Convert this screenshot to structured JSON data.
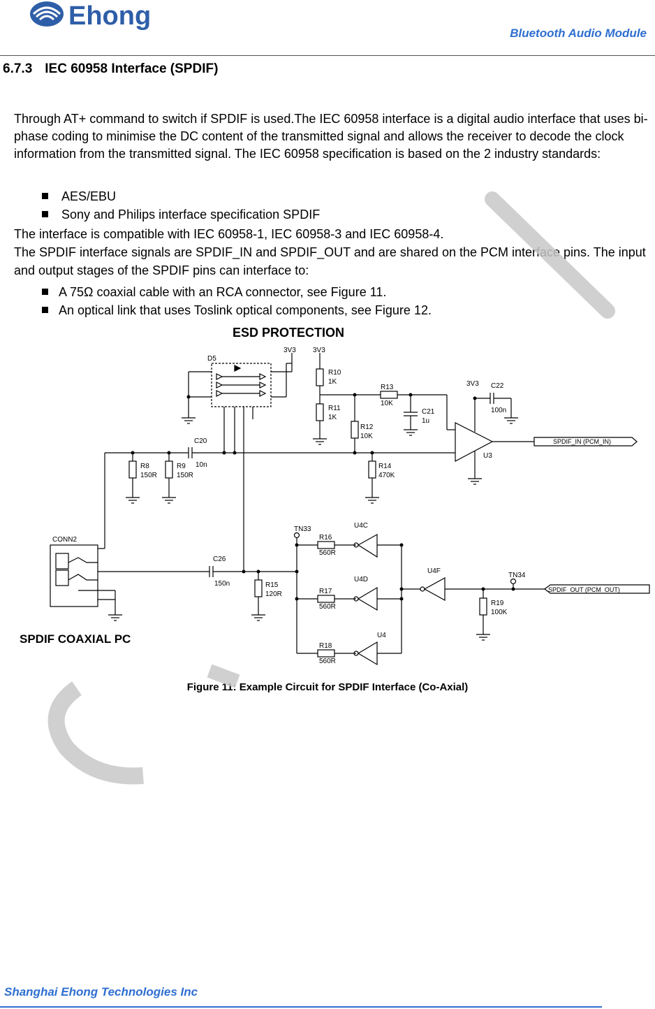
{
  "header": {
    "logo_text": "Ehong",
    "title": "Bluetooth Audio Module"
  },
  "section": {
    "number": "6.7.3",
    "title": "IEC 60958 Interface (SPDIF)"
  },
  "paragraph1": "Through AT+ command  to switch if SPDIF is  used.The IEC 60958 interface is a digital  audio interface that uses bi-phase  coding to minimise the DC content  of the transmitted signal and allows the receiver to decode the clock information from the transmitted signal. The IEC 60958 specification is based on  the 2 industry standards:",
  "bullets1": [
    "AES/EBU",
    "Sony and Philips interface  specification SPDIF"
  ],
  "paragraph2_line1": "The interface is compatible  with IEC 60958-1, IEC 60958-3 and IEC  60958-4.",
  "paragraph2_line2": "The SPDIF interface signals  are SPDIF_IN and SPDIF_OUT and  are shared on the PCM interface pins. The input  and output stages of the SPDIF pins can  interface to:",
  "bullets2": [
    "A  75Ω coaxial cable with an RCA connector,  see Figure 11.",
    "An  optical link that uses Toslink optical components,  see Figure 12."
  ],
  "circuit": {
    "esd_label": "ESD PROTECTION",
    "bottom_label": "SPDIF COAXIAL PC",
    "d5": "D5",
    "v3a": "3V3",
    "v3b": "3V3",
    "v3c": "3V3",
    "r10": "R10",
    "r10v": "1K",
    "r11": "R11",
    "r11v": "1K",
    "r12": "R12",
    "r12v": "10K",
    "r13": "R13",
    "r13v": "10K",
    "c21": "C21",
    "c21v": "1u",
    "c22": "C22",
    "c22v": "100n",
    "c20": "C20",
    "c20v": "10n",
    "r8": "R8",
    "r8v": "150R",
    "r9": "R9",
    "r9v": "150R",
    "r14": "R14",
    "r14v": "470K",
    "u3": "U3",
    "spdif_in": "SPDIF_IN (PCM_IN)",
    "conn2": "CONN2",
    "c26": "C26",
    "c26v": "150n",
    "r15": "R15",
    "r15v": "120R",
    "tn33": "TN33",
    "tn34": "TN34",
    "r16": "R16",
    "r16v": "560R",
    "r17": "R17",
    "r17v": "560R",
    "r18": "R18",
    "r18v": "560R",
    "u4c": "U4C",
    "u4d": "U4D",
    "u4": "U4",
    "u4f": "U4F",
    "r19": "R19",
    "r19v": "100K",
    "spdif_out": "SPDIF_OUT (PCM_OUT)"
  },
  "caption": "Figure 11: Example Circuit for SPDIF Interface (Co-Axial)",
  "footer": "Shanghai Ehong Technologies Inc",
  "colors": {
    "accent": "#2e6fd1",
    "watermark": "#c8c8c8"
  }
}
